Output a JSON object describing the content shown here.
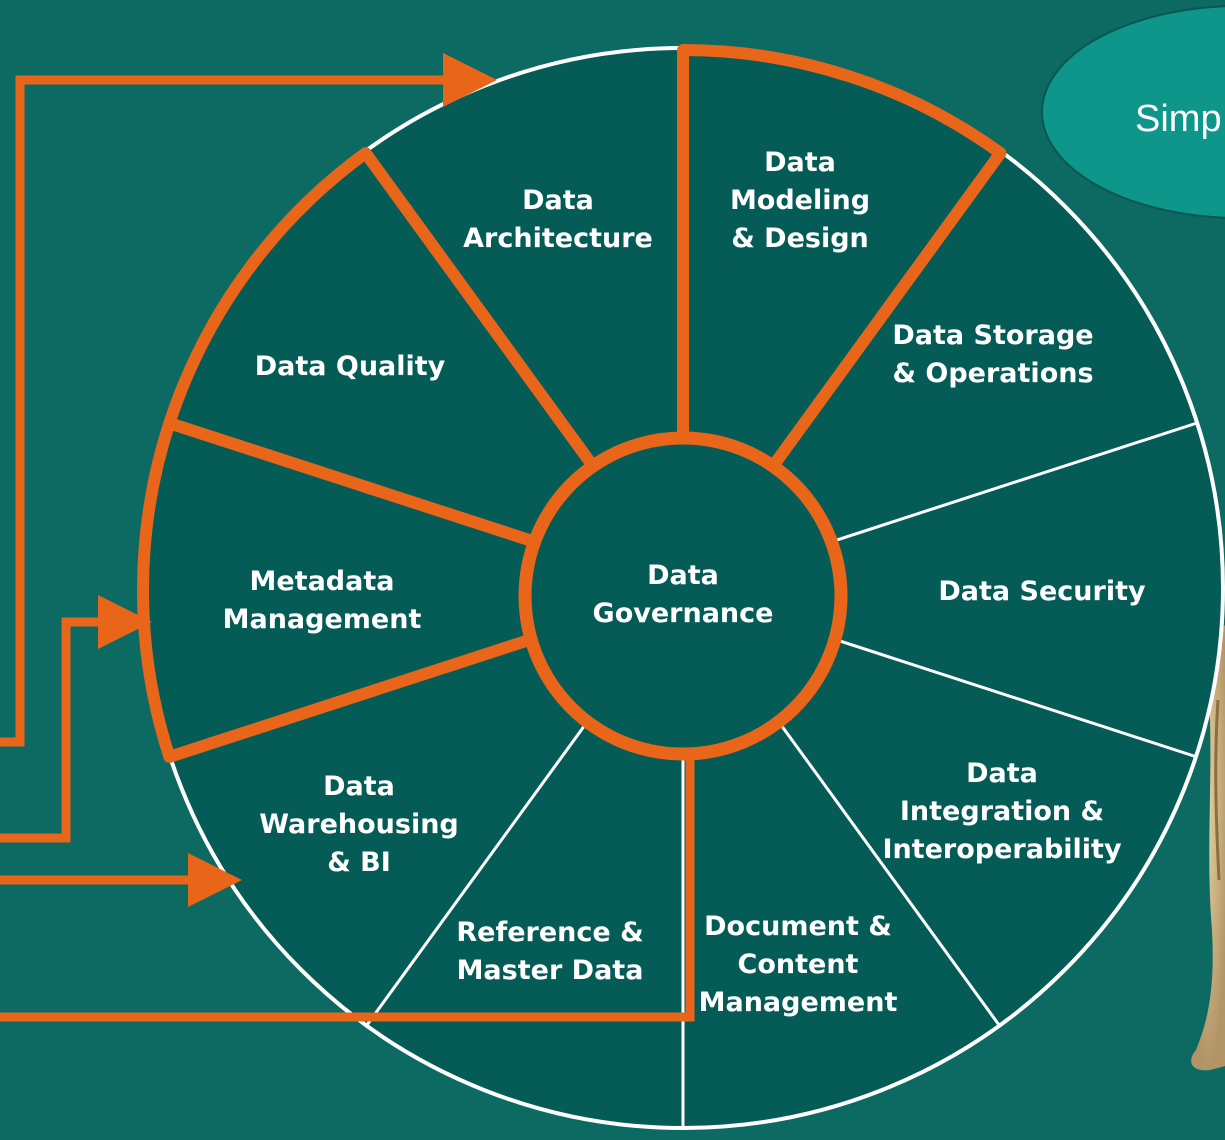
{
  "diagram": {
    "center": {
      "lines": [
        "Data",
        "Governance"
      ]
    },
    "segments": [
      {
        "id": "architecture",
        "lines": [
          "Data",
          "Architecture"
        ],
        "highlighted": true
      },
      {
        "id": "modeling",
        "lines": [
          "Data",
          "Modeling",
          "& Design"
        ],
        "highlighted": false
      },
      {
        "id": "storage",
        "lines": [
          "Data Storage",
          "& Operations"
        ],
        "highlighted": false
      },
      {
        "id": "security",
        "lines": [
          "Data Security"
        ],
        "highlighted": false
      },
      {
        "id": "integration",
        "lines": [
          "Data",
          "Integration &",
          "Interoperability"
        ],
        "highlighted": false
      },
      {
        "id": "document",
        "lines": [
          "Document &",
          "Content",
          "Management"
        ],
        "highlighted": false
      },
      {
        "id": "reference",
        "lines": [
          "Reference &",
          "Master Data"
        ],
        "highlighted": false
      },
      {
        "id": "warehousing",
        "lines": [
          "Data",
          "Warehousing",
          "& BI"
        ],
        "highlighted": true
      },
      {
        "id": "metadata",
        "lines": [
          "Metadata",
          "Management"
        ],
        "highlighted": true
      },
      {
        "id": "quality",
        "lines": [
          "Data Quality"
        ],
        "highlighted": false
      }
    ],
    "bubble": {
      "text": "Simp"
    },
    "colors": {
      "background": "#0d6a62",
      "wheel": "#055c57",
      "divider": "#ffffff",
      "highlight": "#e8651a",
      "bubble": "#0e968a",
      "text": "#ffffff"
    }
  }
}
